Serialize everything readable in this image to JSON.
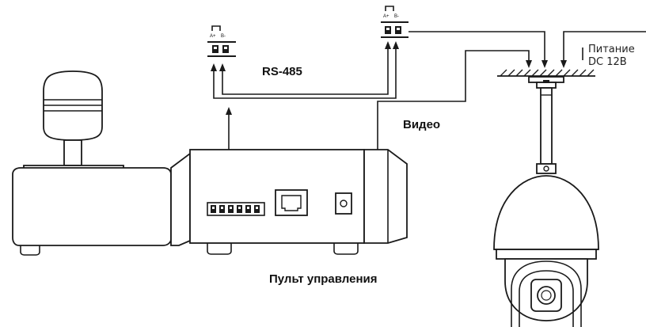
{
  "labels": {
    "rs485": "RS-485",
    "video": "Видео",
    "power_line1": "Питание",
    "power_line2": "DC 12В",
    "controller": "Пульт управления"
  },
  "terminal_blocks": [
    {
      "a_label": "A+",
      "b_label": "B-"
    },
    {
      "a_label": "A+",
      "b_label": "B-"
    }
  ]
}
